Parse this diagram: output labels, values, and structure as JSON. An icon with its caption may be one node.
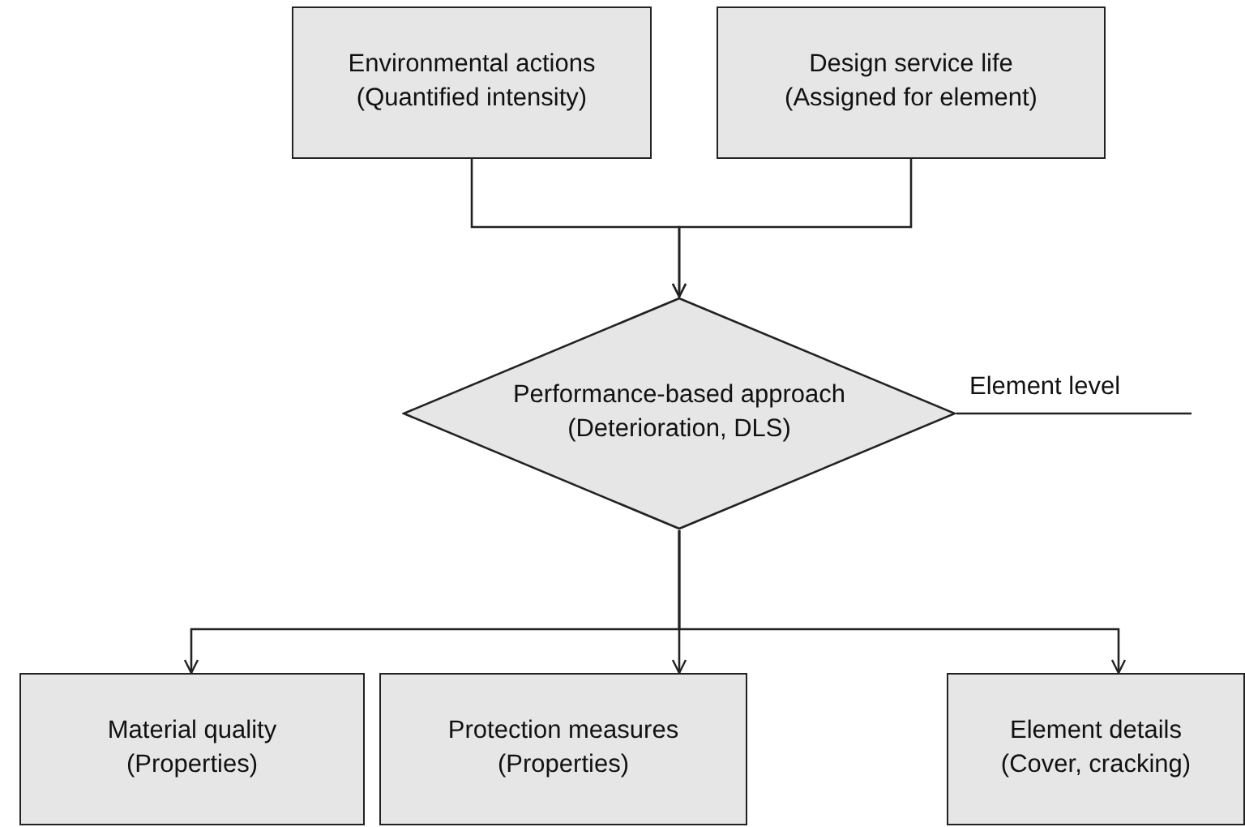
{
  "diagram": {
    "nodes": [
      {
        "text": [
          "Environmental actions",
          "(Quantified intensity)"
        ]
      },
      {
        "text": [
          "Design service life",
          "(Assigned for element)"
        ]
      },
      {
        "text": [
          "Performance-based approach",
          "(Deterioration, DLS)"
        ]
      },
      {
        "text": [
          "Element level"
        ]
      },
      {
        "text": [
          "Material quality",
          "(Properties)"
        ]
      },
      {
        "text": [
          "Protection measures",
          "(Properties)"
        ]
      },
      {
        "text": [
          "Element details",
          "(Cover, cracking)"
        ]
      }
    ],
    "edges": [
      {
        "from": 0,
        "to": 2,
        "arrow": "to"
      },
      {
        "from": 1,
        "to": 2,
        "arrow": "to"
      },
      {
        "from": 2,
        "to": 3,
        "arrow": "none"
      },
      {
        "from": 2,
        "to": 4,
        "arrow": "to"
      },
      {
        "from": 2,
        "to": 5,
        "arrow": "to"
      },
      {
        "from": 2,
        "to": 6,
        "arrow": "to"
      }
    ]
  }
}
